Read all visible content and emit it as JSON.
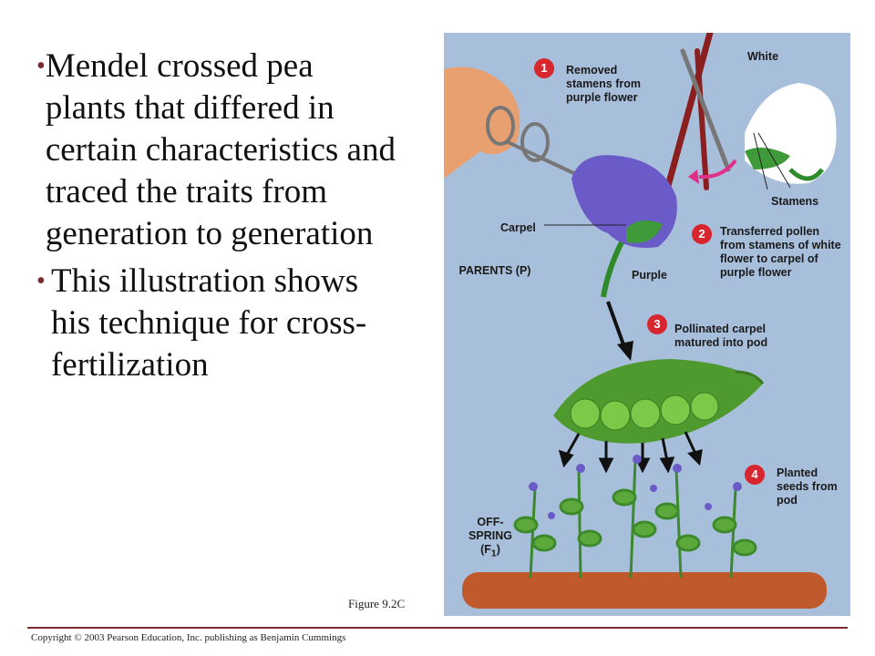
{
  "bullets": [
    "Mendel crossed pea plants that differed in certain characteristics and traced the traits from generation to generation",
    "This illustration shows his technique for cross-fertilization"
  ],
  "bullet_marker": "•",
  "figure": {
    "white_label": "White",
    "step1_num": "1",
    "step1_text": "Removed stamens from purple flower",
    "stamens_label": "Stamens",
    "carpel_label": "Carpel",
    "step2_num": "2",
    "step2_text": "Transferred pollen from stamens of white flower to carpel of purple flower",
    "parents_label": "PARENTS (P)",
    "purple_label": "Purple",
    "step3_num": "3",
    "step3_text": "Pollinated carpel matured into pod",
    "step4_num": "4",
    "step4_text": "Planted seeds from pod",
    "offspring_label": "OFF- SPRING (F",
    "offspring_sub": "1",
    "offspring_close": ")"
  },
  "caption": "Figure 9.2C",
  "copyright": "Copyright © 2003 Pearson Education, Inc. publishing as Benjamin Cummings",
  "colors": {
    "accent": "#7a2b2b",
    "badge": "#d8262f",
    "figure_bg": "#a8bfdc",
    "pod": "#4f9a2e",
    "flower_purple": "#6a5bc8"
  }
}
